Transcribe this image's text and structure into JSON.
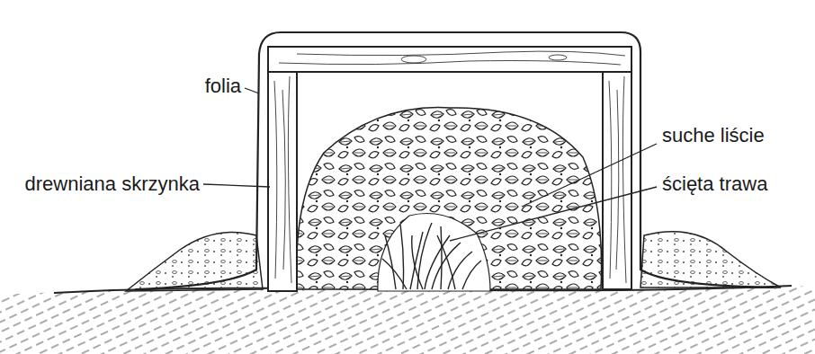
{
  "diagram": {
    "labels": [
      "folia",
      "drewniana skrzynka",
      "suche liście",
      "ścięta trawa"
    ]
  }
}
